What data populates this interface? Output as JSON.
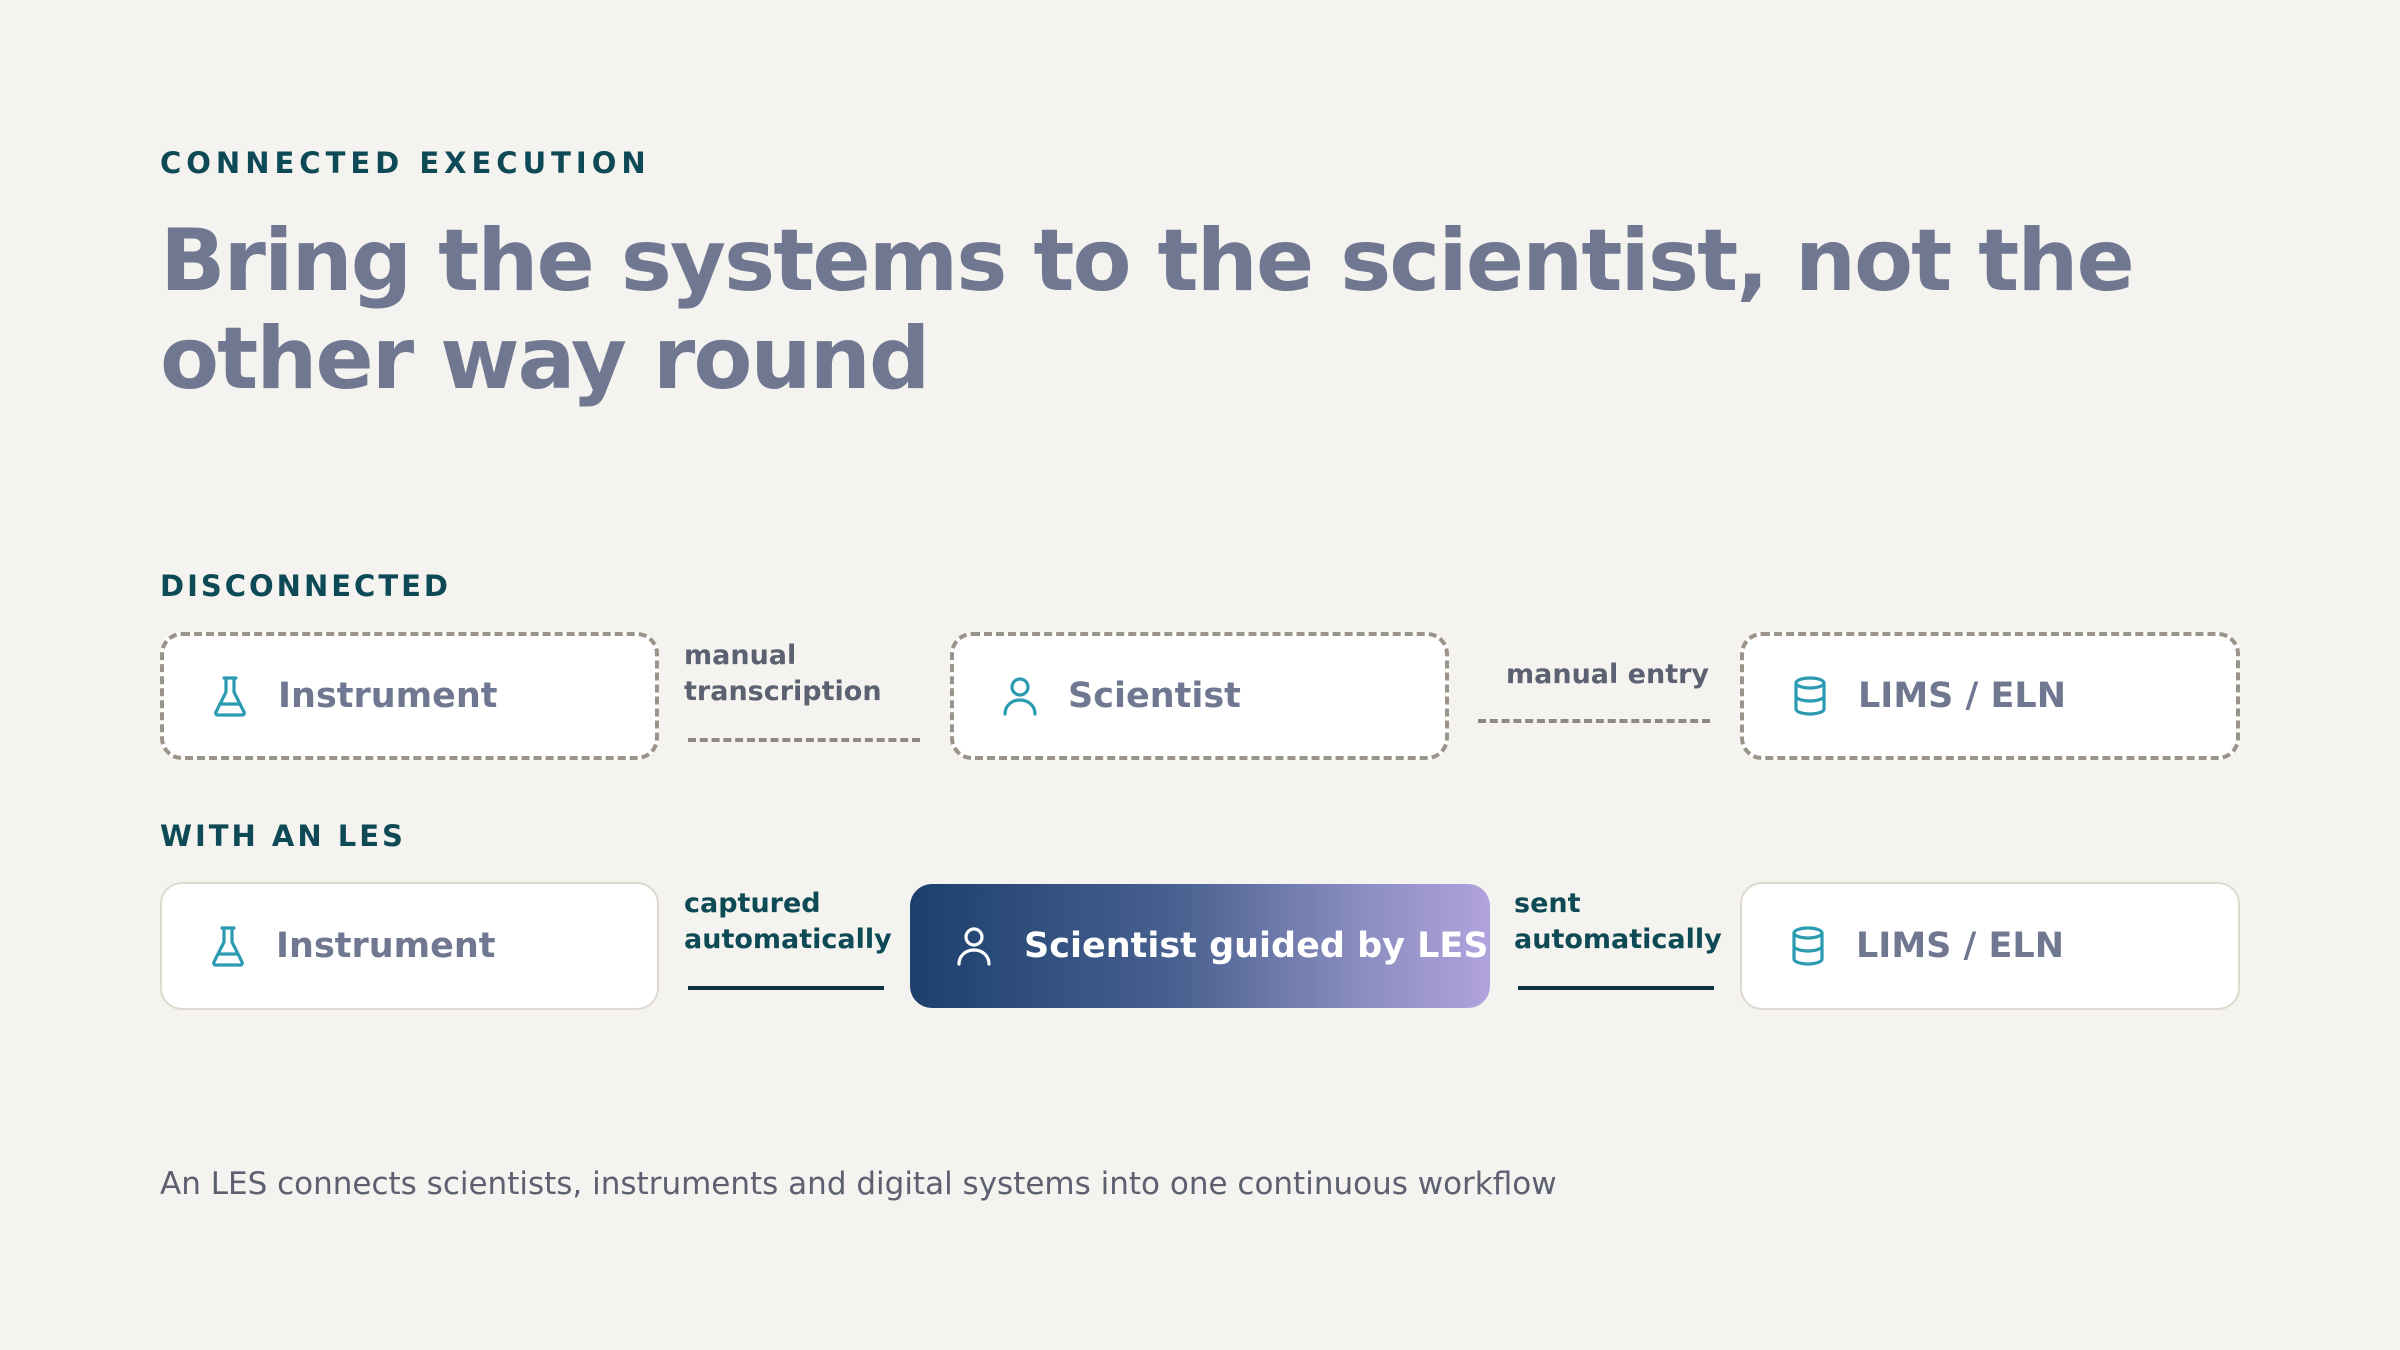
{
  "eyebrow": "CONNECTED EXECUTION",
  "headline": {
    "line1": "Bring the systems to the scientist, not the",
    "line2": "other way round"
  },
  "disconnected": {
    "label": "DISCONNECTED",
    "nodes": {
      "instrument": "Instrument",
      "scientist": "Scientist",
      "lims": "LIMS / ELN"
    },
    "connectors": {
      "left_line1": "manual",
      "left_line2": "transcription",
      "right": "manual entry"
    }
  },
  "with_les": {
    "label": "WITH AN LES",
    "nodes": {
      "instrument": "Instrument",
      "scientist": "Scientist guided by LES",
      "lims": "LIMS / ELN"
    },
    "connectors": {
      "left_line1": "captured",
      "left_line2": "automatically",
      "right_line1": "sent",
      "right_line2": "automatically"
    }
  },
  "footer": "An LES connects scientists, instruments and digital systems into one continuous workflow",
  "colors": {
    "background": "#f4f3ef",
    "accent_teal": "#0d4a55",
    "icon_teal": "#2a9bb0",
    "headline_gray": "#707891",
    "gradient_start": "#1c3f6c",
    "gradient_end": "#b1a3de"
  },
  "icons": {
    "instrument": "flask-icon",
    "scientist": "person-icon",
    "lims": "database-icon"
  }
}
